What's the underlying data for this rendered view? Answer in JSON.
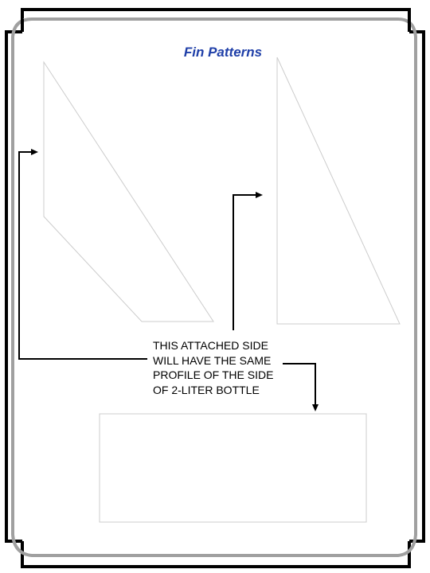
{
  "title": "Fin Patterns",
  "note": {
    "lines": [
      "THIS ATTACHED SIDE",
      "WILL HAVE THE SAME",
      "PROFILE OF THE SIDE",
      "OF 2-LITER BOTTLE"
    ]
  },
  "colors": {
    "title": "#1f3fa8",
    "frame": "#000000",
    "frame_inner": "#a0a0a0",
    "pattern_line": "#c8c8c8"
  }
}
